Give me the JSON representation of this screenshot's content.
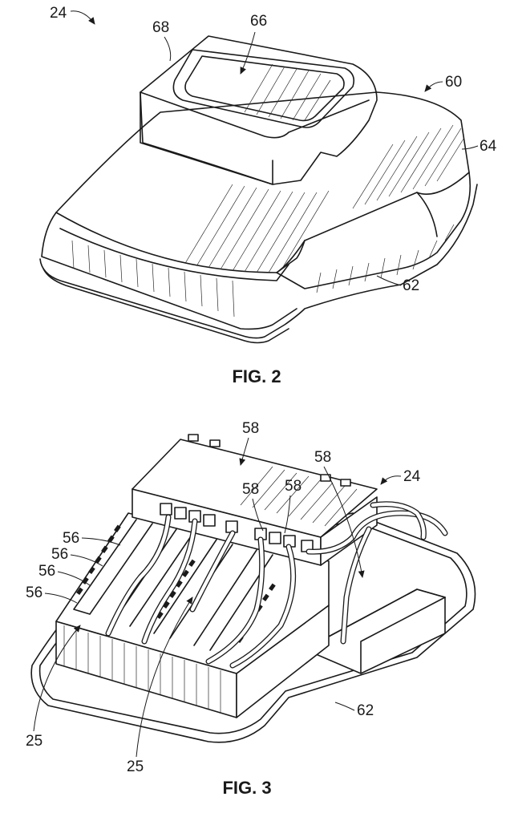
{
  "fig2": {
    "caption": "FIG. 2",
    "labels": {
      "l24": "24",
      "l66": "66",
      "l68": "68",
      "l60": "60",
      "l64": "64",
      "l62": "62"
    }
  },
  "fig3": {
    "caption": "FIG. 3",
    "labels": {
      "l58a": "58",
      "l58b": "58",
      "l58c": "58",
      "l58d": "58",
      "l24": "24",
      "l56a": "56",
      "l56b": "56",
      "l56c": "56",
      "l56d": "56",
      "l25a": "25",
      "l25b": "25",
      "l62": "62"
    }
  },
  "colors": {
    "ink": "#1a1a1a",
    "paper": "#ffffff"
  }
}
